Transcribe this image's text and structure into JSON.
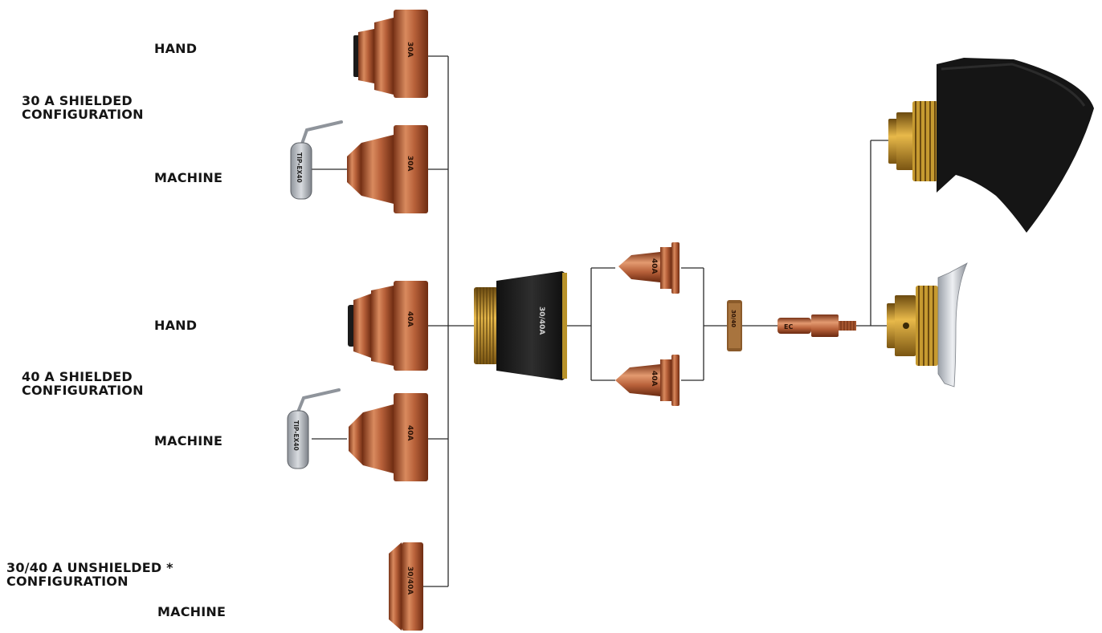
{
  "groups": [
    {
      "title_line1": "30 A SHIELDED",
      "title_line2": "CONFIGURATION",
      "rows": [
        {
          "label": "HAND",
          "part_marking": "30A"
        },
        {
          "label": "MACHINE",
          "part_marking": "30A",
          "tool_marking": "TIP-EX40"
        }
      ]
    },
    {
      "title_line1": "40 A SHIELDED",
      "title_line2": "CONFIGURATION",
      "rows": [
        {
          "label": "HAND",
          "part_marking": "40A"
        },
        {
          "label": "MACHINE",
          "part_marking": "40A",
          "tool_marking": "TIP-EX40"
        }
      ]
    },
    {
      "title_line1": "30/40 A UNSHIELDED *",
      "title_line2": "CONFIGURATION",
      "rows": [
        {
          "label": "MACHINE",
          "part_marking": "30/40A"
        }
      ]
    }
  ],
  "retaining_cap_marking": "30/40A",
  "nozzle_markings": [
    "40A",
    "40A"
  ],
  "swirl_ring_marking": "30/40",
  "electrode_marking": "EC"
}
